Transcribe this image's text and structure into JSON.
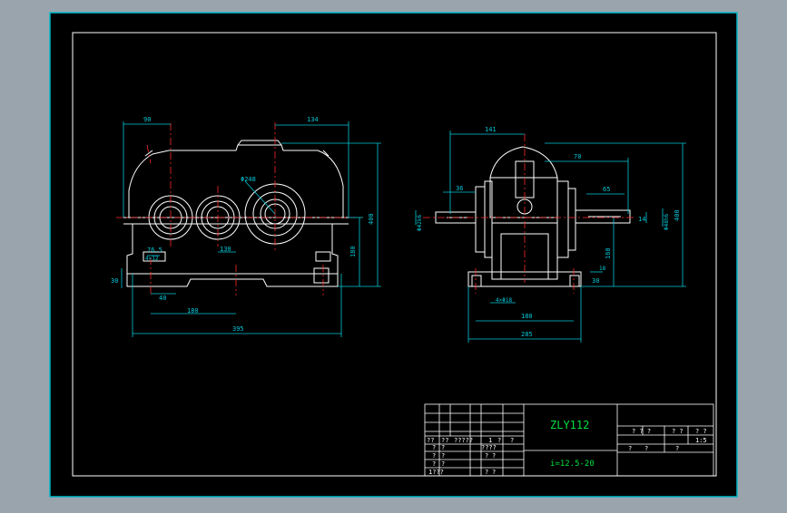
{
  "colors": {
    "background": "#9aa4ad",
    "canvas": "#000000",
    "frame": "#00b8c8",
    "border": "#ffffff",
    "dimension": "#00c8d8",
    "centerline": "#ff2a2a",
    "outline": "#ffffff",
    "annotation": "#00e040",
    "title_text": "#00e040",
    "table_text": "#ffffff"
  },
  "front_view": {
    "dims": {
      "left_offset": "90",
      "center_to_right": "134",
      "height_top": "400",
      "height_axis": "180",
      "bolt_width": "40",
      "bolt_spacing": "180",
      "overall_length": "395",
      "foot_thickness": "30",
      "bolt_offset": "76.5",
      "bolt_dia": "4×12",
      "bore_label": "Φ248",
      "center_dist": "130"
    }
  },
  "side_view": {
    "dims": {
      "left_span": "141",
      "output_shaft": "70",
      "input_len": "36",
      "right_top": "65",
      "shaft_dia_left": "Φ42k6",
      "shaft_dia_right": "Φ48h6",
      "side_height": "400",
      "key_width": "14",
      "foot_height": "160",
      "foot_thk": "30",
      "base_width": "180",
      "overall_width": "285",
      "anchor": "4×Φ18",
      "right_small": "18"
    }
  },
  "title_block": {
    "title": "ZLY112",
    "ratio": "i=12.5-20",
    "scale": "1:5",
    "left_rows": [
      [
        "??",
        "??",
        "?????",
        "1",
        "?",
        "?"
      ],
      [
        "?",
        "?",
        "",
        "",
        "????",
        ""
      ],
      [
        "?",
        "?",
        "",
        "",
        "?",
        "?"
      ],
      [
        "?",
        "?",
        "",
        "",
        "",
        ""
      ],
      [
        "1???",
        "",
        "",
        "",
        "?",
        "?"
      ]
    ],
    "right_top": [
      "? ? ?",
      "? ?",
      "? ?"
    ],
    "right_mid": [
      "?",
      "?",
      "?"
    ]
  }
}
